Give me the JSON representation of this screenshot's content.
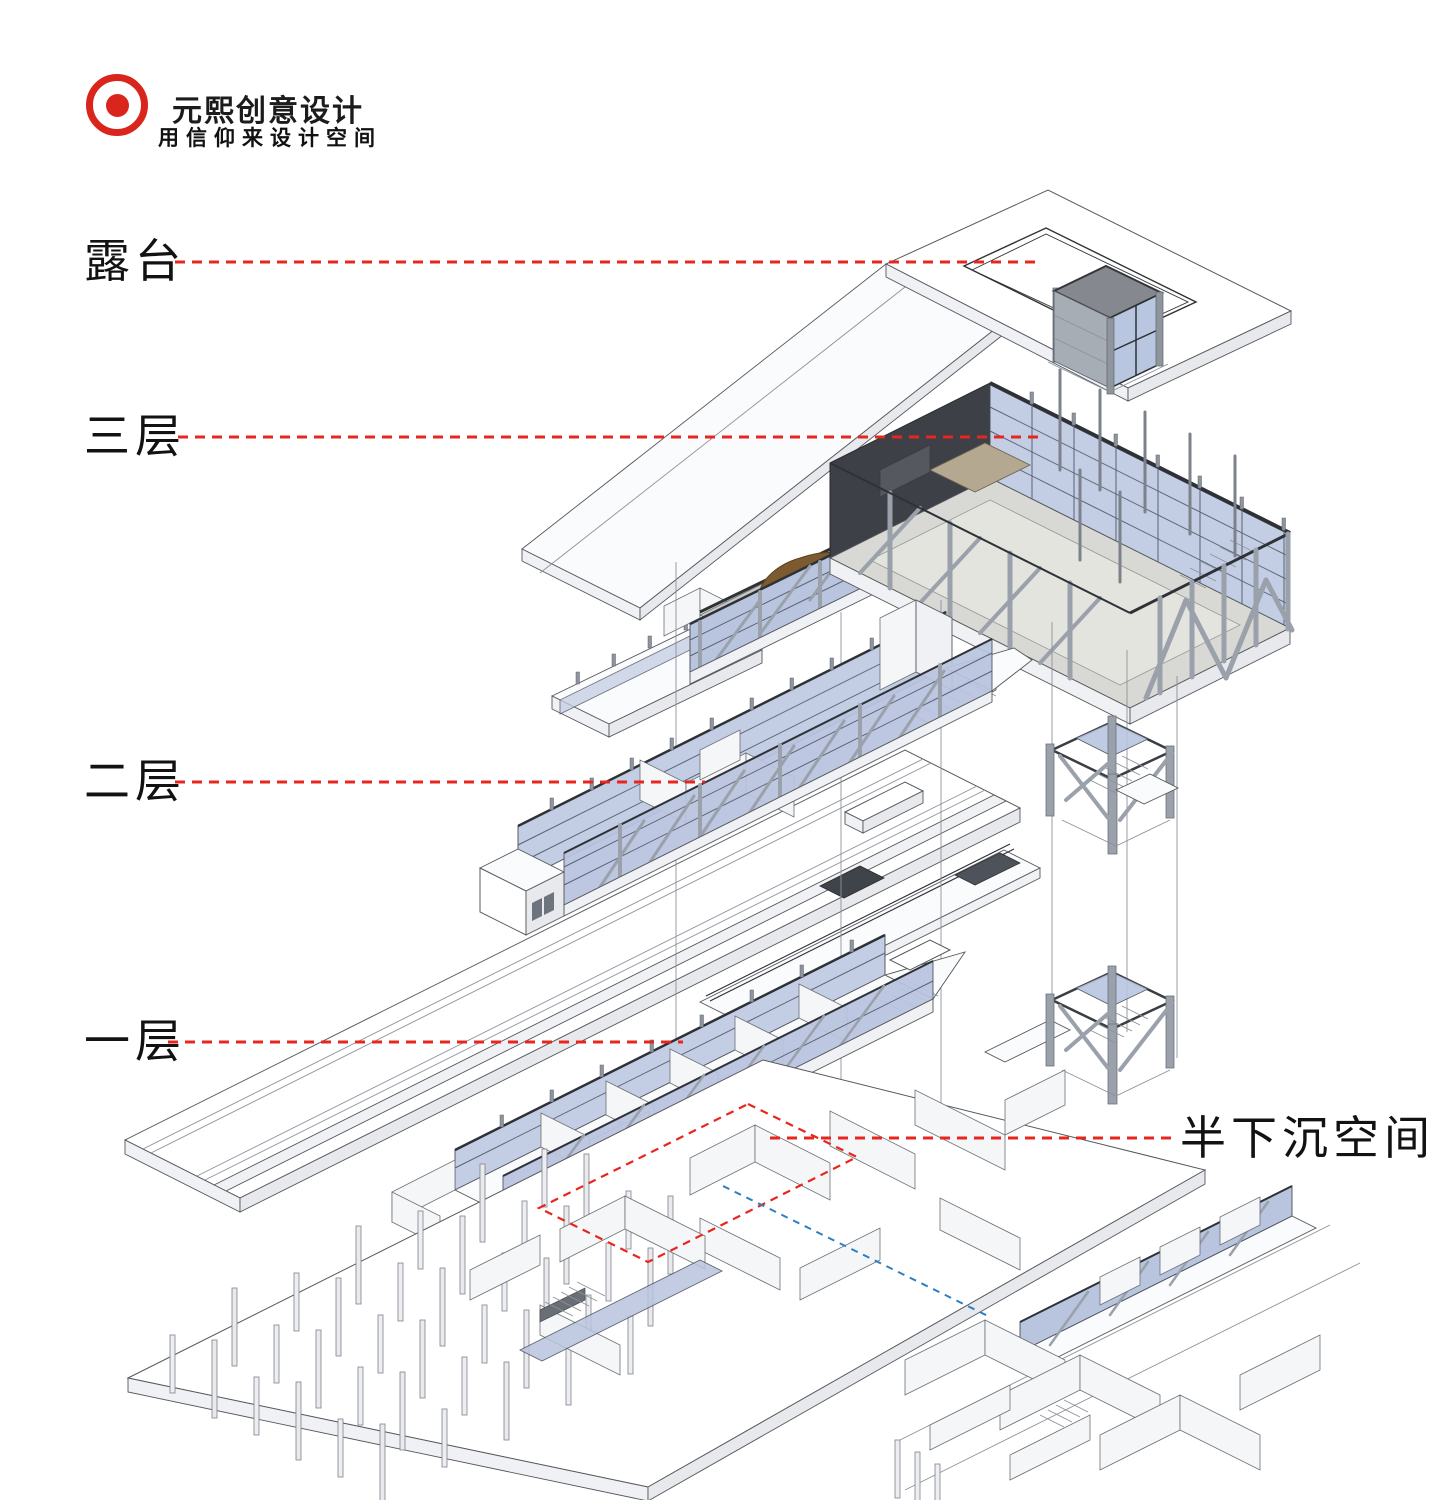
{
  "brand": {
    "name": "元熙创意设计",
    "slogan": "用信仰来设计空间"
  },
  "labels": {
    "terrace": "露台",
    "third_floor": "三层",
    "second_floor": "二层",
    "first_floor": "一层",
    "semi_sunken": "半下沉空间"
  },
  "colors": {
    "logo_red": "#d9251c",
    "leader_red": "#e8251f",
    "leader_blue": "#2e7fc2",
    "glass_blue": "#c3cde4",
    "steel_gray": "#9aa1ab",
    "dark_wall": "#3d4046",
    "wood_tan": "#7d5a30"
  },
  "diagram": {
    "type": "exploded-axonometric"
  }
}
